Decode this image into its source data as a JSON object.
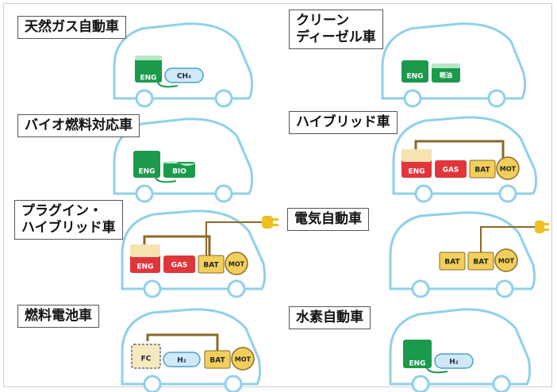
{
  "colors": {
    "car_outline": "#8fd0ea",
    "engine_green": "#1a9a4a",
    "tank_blue": "#cfe9f6",
    "engine_red": "#e0353b",
    "battery_yellow": "#f2cf5a",
    "pipe_brown": "#8a6a2a",
    "plug_yellow": "#f0c020"
  },
  "panels": [
    {
      "title_lines": [
        "天然ガス自動車"
      ],
      "components": [
        "ENG",
        "CH₄"
      ]
    },
    {
      "title_lines": [
        "クリーン",
        "ディーゼル車"
      ],
      "components": [
        "ENG",
        "軽油"
      ]
    },
    {
      "title_lines": [
        "バイオ燃料対応車"
      ],
      "components": [
        "ENG",
        "BIO"
      ]
    },
    {
      "title_lines": [
        "ハイブリッド車"
      ],
      "components": [
        "ENG",
        "GAS",
        "BAT",
        "MOT"
      ]
    },
    {
      "title_lines": [
        "プラグイン・",
        "ハイブリッド車"
      ],
      "components": [
        "ENG",
        "GAS",
        "BAT",
        "MOT"
      ],
      "plug_icon": "plug-icon"
    },
    {
      "title_lines": [
        "電気自動車"
      ],
      "components": [
        "BAT",
        "BAT",
        "MOT"
      ],
      "plug_icon": "plug-icon"
    },
    {
      "title_lines": [
        "燃料電池車"
      ],
      "components": [
        "FC",
        "H₂",
        "BAT",
        "MOT"
      ]
    },
    {
      "title_lines": [
        "水素自動車"
      ],
      "components": [
        "ENG",
        "H₂"
      ]
    }
  ]
}
